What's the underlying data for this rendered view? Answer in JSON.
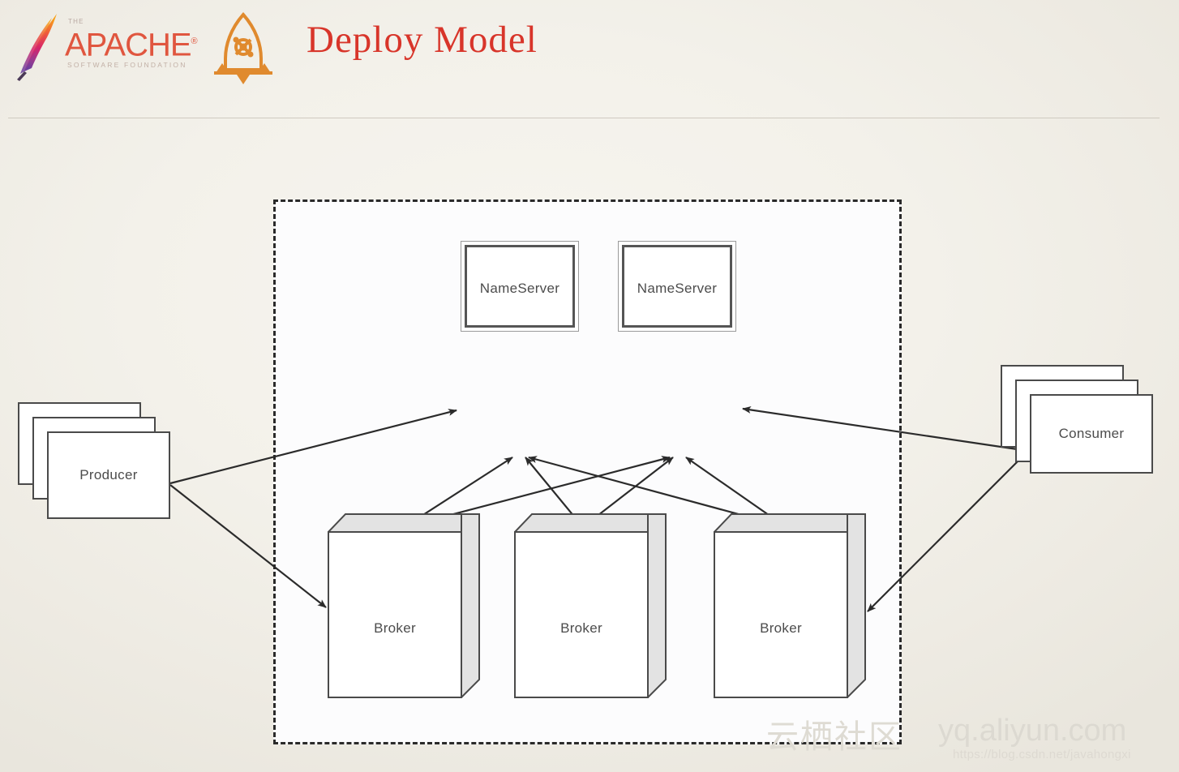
{
  "header": {
    "title": "Deploy Model",
    "title_color": "#d8352a",
    "apache_logo": {
      "the": "THE",
      "name": "APACHE",
      "registered": "®",
      "tagline": "SOFTWARE FOUNDATION",
      "name_color": "#e0563f"
    },
    "rocket_logo": {
      "name": "rocketmq-rocket-icon",
      "color": "#e08a2e"
    }
  },
  "diagram": {
    "type": "deployment-architecture",
    "boundary": {
      "name": "rocketmq-cluster-boundary",
      "style": "dashed",
      "color": "#2a2a2a"
    },
    "nameservers": [
      {
        "label": "NameServer"
      },
      {
        "label": "NameServer"
      }
    ],
    "brokers": [
      {
        "label": "Broker"
      },
      {
        "label": "Broker"
      },
      {
        "label": "Broker"
      }
    ],
    "producer": {
      "label": "Producer",
      "copies": 3
    },
    "consumer": {
      "label": "Consumer",
      "copies": 3
    },
    "edges": [
      {
        "from": "Producer",
        "to": "NameServer 1",
        "arrow": "to"
      },
      {
        "from": "Producer",
        "to": "Broker 1",
        "arrow": "to"
      },
      {
        "from": "Broker 1",
        "to": "NameServer 1",
        "arrow": "to"
      },
      {
        "from": "Broker 1",
        "to": "NameServer 2",
        "arrow": "to"
      },
      {
        "from": "Broker 2",
        "to": "NameServer 1",
        "arrow": "to"
      },
      {
        "from": "Broker 2",
        "to": "NameServer 2",
        "arrow": "to"
      },
      {
        "from": "Broker 3",
        "to": "NameServer 1",
        "arrow": "to"
      },
      {
        "from": "Broker 3",
        "to": "NameServer 2",
        "arrow": "to"
      },
      {
        "from": "Consumer",
        "to": "NameServer 2",
        "arrow": "to"
      },
      {
        "from": "Consumer",
        "to": "Broker 3",
        "arrow": "to"
      }
    ]
  },
  "watermark": {
    "cn": "云栖社区",
    "domain": "yq.aliyun.com",
    "url": "https://blog.csdn.net/javahongxi"
  }
}
